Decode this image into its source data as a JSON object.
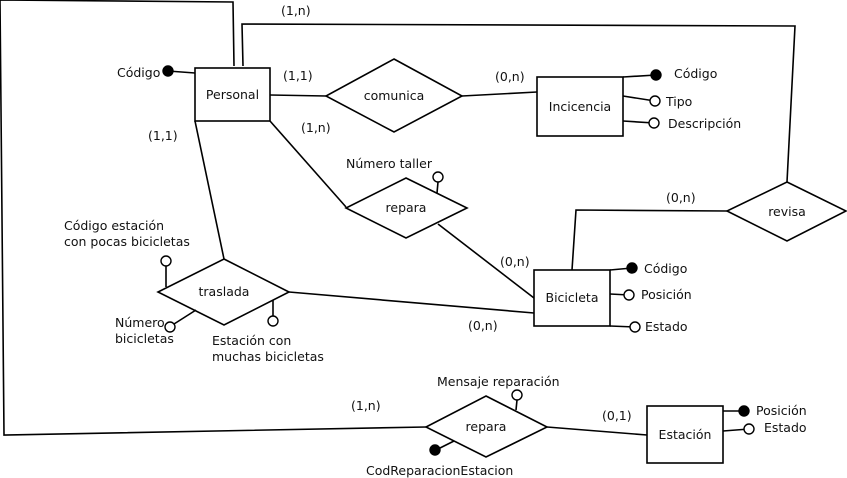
{
  "entities": {
    "personal": "Personal",
    "incidencia": "Incicencia",
    "bicicleta": "Bicicleta",
    "estacion": "Estación"
  },
  "relations": {
    "comunica": "comunica",
    "repara_taller": "repara",
    "revisa": "revisa",
    "traslada": "traslada",
    "repara_estacion": "repara"
  },
  "attributes": {
    "personal_codigo": "Código",
    "incidencia_codigo": "Código",
    "incidencia_tipo": "Tipo",
    "incidencia_descripcion": "Descripción",
    "numero_taller": "Número taller",
    "bicicleta_codigo": "Código",
    "bicicleta_posicion": "Posición",
    "bicicleta_estado": "Estado",
    "traslada_origen_line1": "Código estación",
    "traslada_origen_line2": "con pocas bicicletas",
    "traslada_num_line1": "Número",
    "traslada_num_line2": "bicicletas",
    "traslada_destino_line1": "Estación con",
    "traslada_destino_line2": "muchas bicicletas",
    "mensaje_reparacion": "Mensaje reparación",
    "cod_reparacion_estacion": "CodReparacionEstacion",
    "estacion_posicion": "Posición",
    "estacion_estado": "Estado"
  },
  "cardinalities": {
    "revisa_personal": "(1,n)",
    "comunica_personal": "(1,1)",
    "comunica_incidencia": "(0,n)",
    "repara_personal": "(1,n)",
    "traslada_personal": "(1,1)",
    "revisa_bicicleta": "(0,n)",
    "repara_bicicleta": "(0,n)",
    "traslada_bicicleta": "(0,n)",
    "repara_estacion_personal": "(1,n)",
    "repara_estacion_estacion": "(0,1)"
  }
}
